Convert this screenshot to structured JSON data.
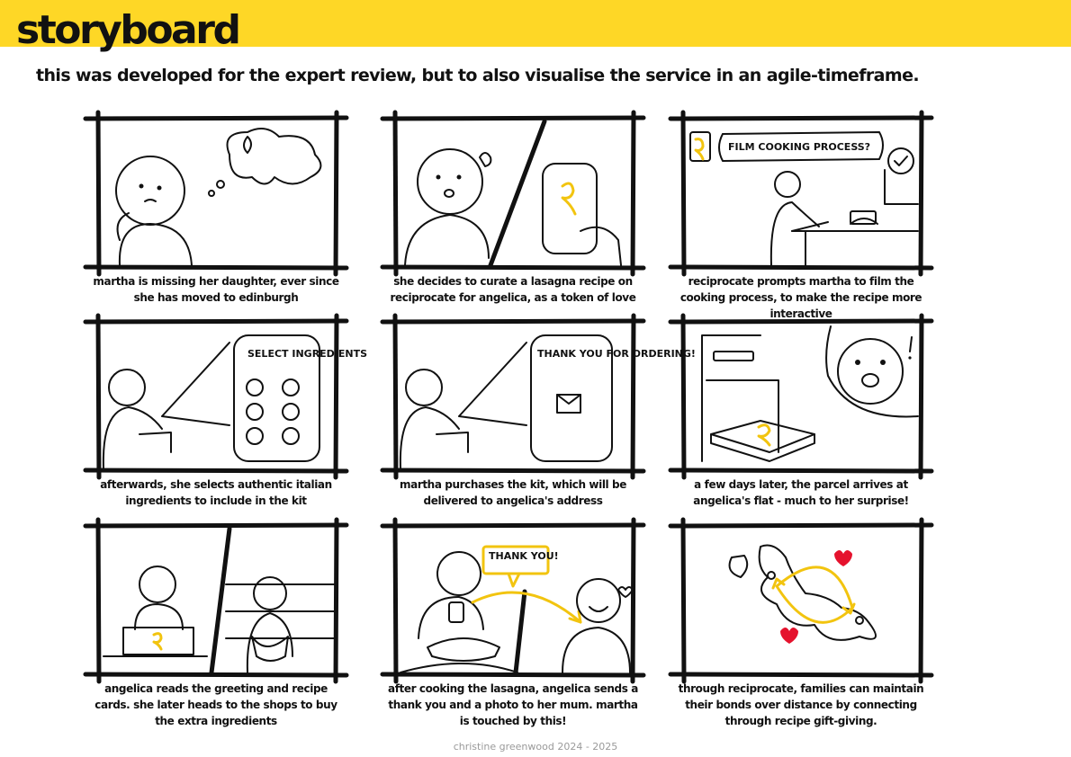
{
  "header": {
    "title": "storyboard",
    "subtitle": "this was developed for the expert review, but to also visualise the service in an agile-timeframe."
  },
  "panels": [
    {
      "caption": "martha is missing her daughter, ever since she has moved to edinburgh"
    },
    {
      "caption": "she decides to curate a lasagna recipe on reciprocate for angelica, as a token of love"
    },
    {
      "caption": "reciprocate prompts martha to film the cooking process, to make the recipe more interactive",
      "bubble": "FILM COOKING PROCESS?"
    },
    {
      "caption": "afterwards, she selects authentic italian ingredients to include in the kit",
      "screen_text": "SELECT INGREDIENTS"
    },
    {
      "caption": "martha purchases the kit, which will be delivered to angelica's address",
      "screen_text": "THANK YOU FOR ORDERING!"
    },
    {
      "caption": "a few days later, the parcel arrives at angelica's flat - much to her surprise!"
    },
    {
      "caption": "angelica reads the greeting and recipe cards. she later heads to the shops to buy the extra ingredients"
    },
    {
      "caption": "after cooking the lasagna, angelica sends a thank you and a photo to her mum. martha is touched by this!",
      "bubble": "THANK YOU!"
    },
    {
      "caption": "through reciprocate, families can maintain their bonds over distance by connecting through recipe gift-giving."
    }
  ],
  "footer": "christine greenwood 2024 - 2025",
  "colors": {
    "accent": "#fed726",
    "ink": "#111111",
    "highlight": "#f2c40f",
    "heart": "#e5122d"
  }
}
